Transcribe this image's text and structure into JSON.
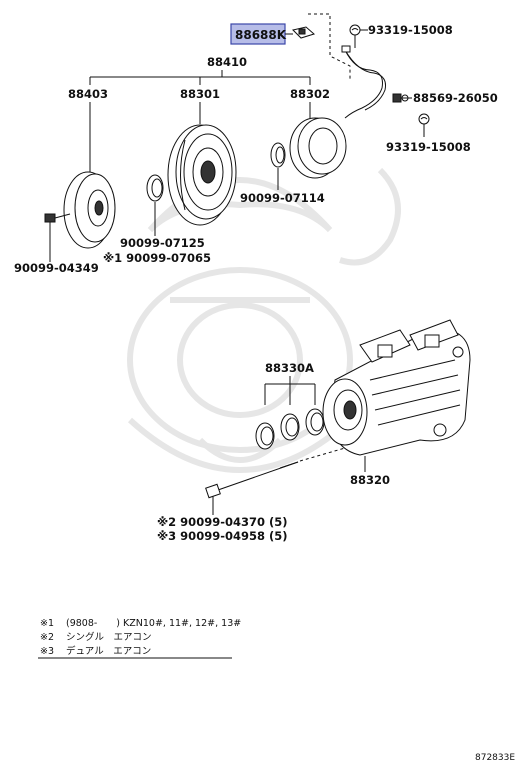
{
  "labels": {
    "highlighted": "88688K",
    "p93319_top": "93319-15008",
    "p88410": "88410",
    "p88403": "88403",
    "p88301": "88301",
    "p88302": "88302",
    "p88569": "88569-26050",
    "p93319_bot": "93319-15008",
    "p90099_07114": "90099-07114",
    "p90099_07125": "90099-07125",
    "p90099_07065": "※1 90099-07065",
    "p90099_04349": "90099-04349",
    "p88330A": "88330A",
    "p88320": "88320",
    "p90099_04370": "※2 90099-04370 (5)",
    "p90099_04958": "※3 90099-04958 (5)"
  },
  "notes": [
    {
      "mark": "※1",
      "text": "(9808-　　) KZN10#, 11#, 12#, 13#"
    },
    {
      "mark": "※2",
      "text": "シングル　エアコン"
    },
    {
      "mark": "※3",
      "text": "デュアル　エアコン"
    }
  ],
  "diagram_code": "872833E",
  "colors": {
    "highlight_fill": "#b7bde8",
    "highlight_border": "#3b46a8"
  }
}
